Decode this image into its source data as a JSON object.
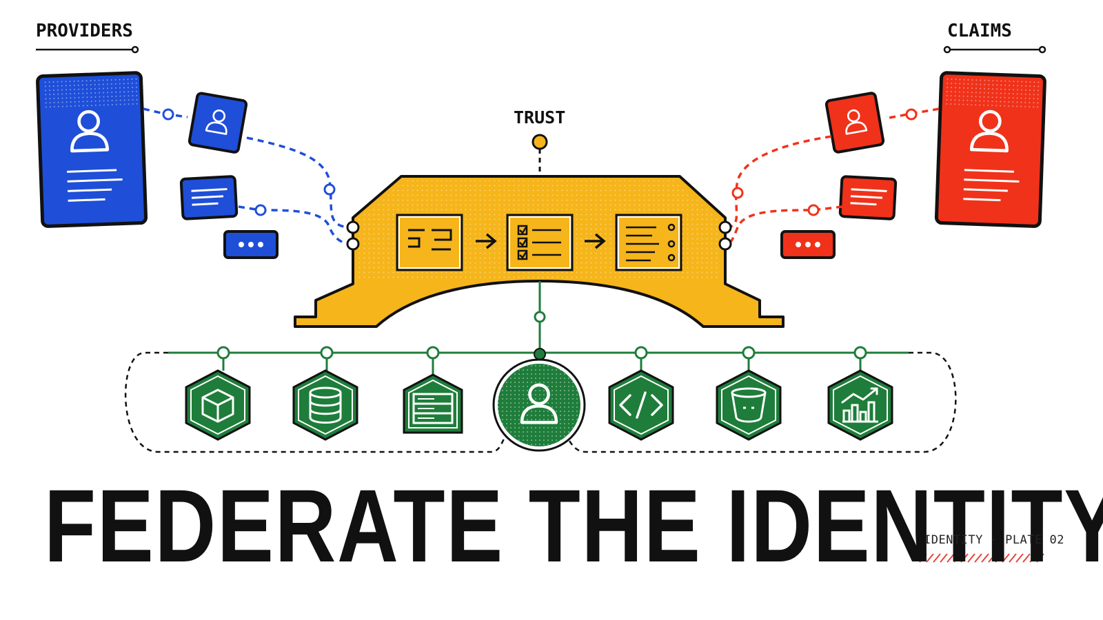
{
  "labels": {
    "providers": "PROVIDERS",
    "claims": "CLAIMS",
    "trust": "TRUST"
  },
  "title": "FEDERATE THE IDENTITY",
  "plate": "IDENTITY · PLATE 02",
  "colors": {
    "provider_blue": "#1f4fd8",
    "claims_red": "#f0321a",
    "trust_yellow": "#f5b51b",
    "service_green": "#1e7d3a",
    "ink": "#111111",
    "accent_stripe": "#e8433a"
  },
  "provider_icons": [
    "user-card-icon",
    "user-badge-icon",
    "form-card-icon",
    "more-dots-icon"
  ],
  "claims_icons": [
    "user-card-icon",
    "user-badge-icon",
    "form-card-icon",
    "more-dots-icon"
  ],
  "bridge_steps": [
    "mapping-icon",
    "checklist-icon",
    "claims-output-icon"
  ],
  "services": [
    "cube-icon",
    "database-icon",
    "server-icon",
    "user-identity-icon",
    "code-icon",
    "bucket-icon",
    "analytics-icon"
  ]
}
